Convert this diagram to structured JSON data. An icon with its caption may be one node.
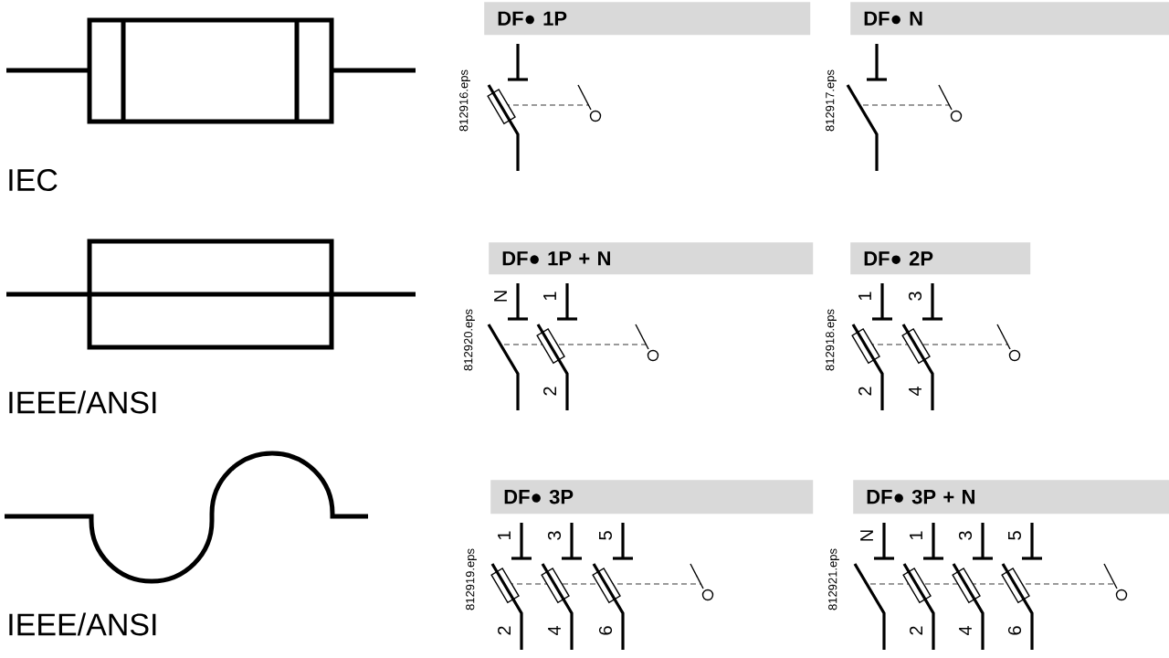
{
  "diagram": {
    "nodes": [
      {
        "text": [
          "DF● 1P"
        ]
      },
      {
        "text": [
          "DF● N"
        ]
      },
      {
        "text": [
          "DF● 1P + N"
        ]
      },
      {
        "text": [
          "DF● 2P"
        ]
      },
      {
        "text": [
          "DF● 3P"
        ]
      },
      {
        "text": [
          "DF● 3P + N"
        ]
      }
    ],
    "labels": [
      "IEC",
      "812916.eps",
      "812917.eps",
      "IEEE/ANSI",
      "812920.eps",
      "N",
      "1",
      "2",
      "812918.eps",
      "1",
      "3",
      "2",
      "4",
      "IEEE/ANSI",
      "812919.eps",
      "1",
      "3",
      "5",
      "2",
      "4",
      "6",
      "812921.eps",
      "N",
      "1",
      "3",
      "5",
      "2",
      "4",
      "6"
    ]
  }
}
